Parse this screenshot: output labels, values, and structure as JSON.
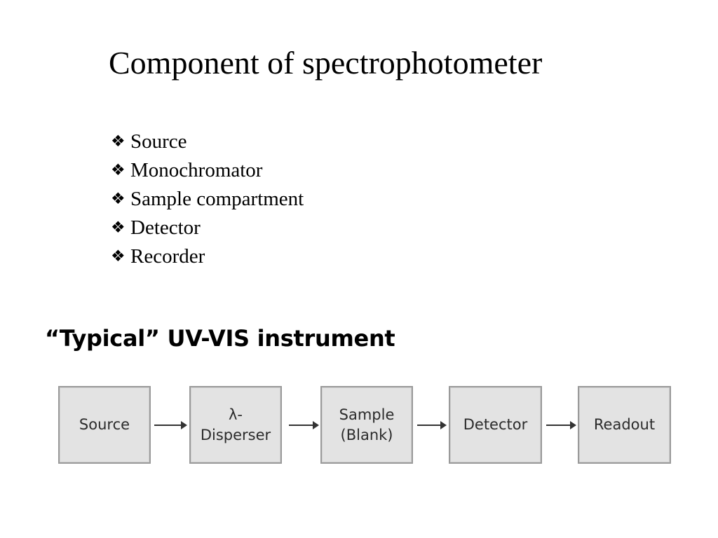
{
  "slide": {
    "title": "Component of spectrophotometer",
    "bullet_marker": "❖",
    "components": [
      "Source",
      "Monochromator",
      "Sample compartment",
      "Detector",
      "Recorder"
    ],
    "subtitle": "“Typical” UV-VIS instrument",
    "flow_steps": [
      "Source",
      "λ-\nDisperser",
      "Sample\n(Blank)",
      "Detector",
      "Readout"
    ]
  }
}
